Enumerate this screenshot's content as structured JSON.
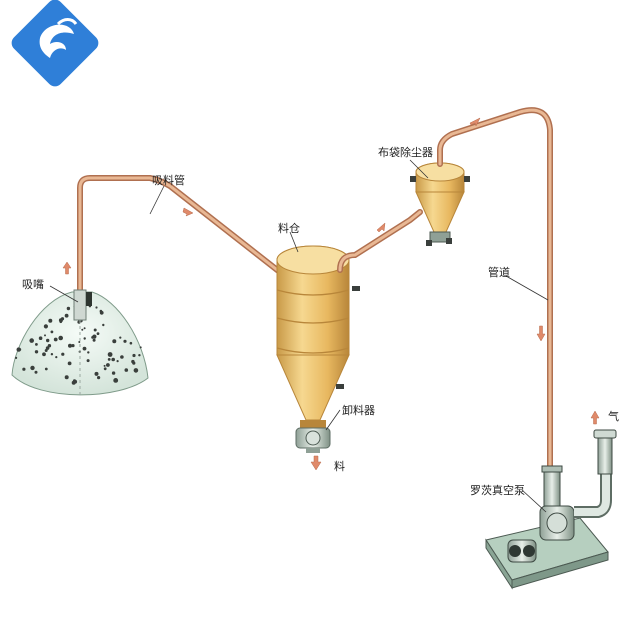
{
  "labels": {
    "suction_pipe": "吸料管",
    "nozzle": "吸嘴",
    "silo": "料仓",
    "bag_filter": "布袋除尘器",
    "pipeline": "管道",
    "unloader": "卸料器",
    "material_out": "料",
    "roots_pump": "罗茨真空泵",
    "air_out": "气"
  },
  "colors": {
    "pipe": "#d9a27a",
    "pipe_edge": "#b07050",
    "tank": "#f0c878",
    "tank_dark": "#c99a48",
    "arrow": "#e08a6a",
    "logo_blue": "#2f7fd8"
  },
  "icons": [
    "logo-icon",
    "flow-arrow-icon",
    "roots-pump-icon",
    "rotary-valve-icon"
  ]
}
